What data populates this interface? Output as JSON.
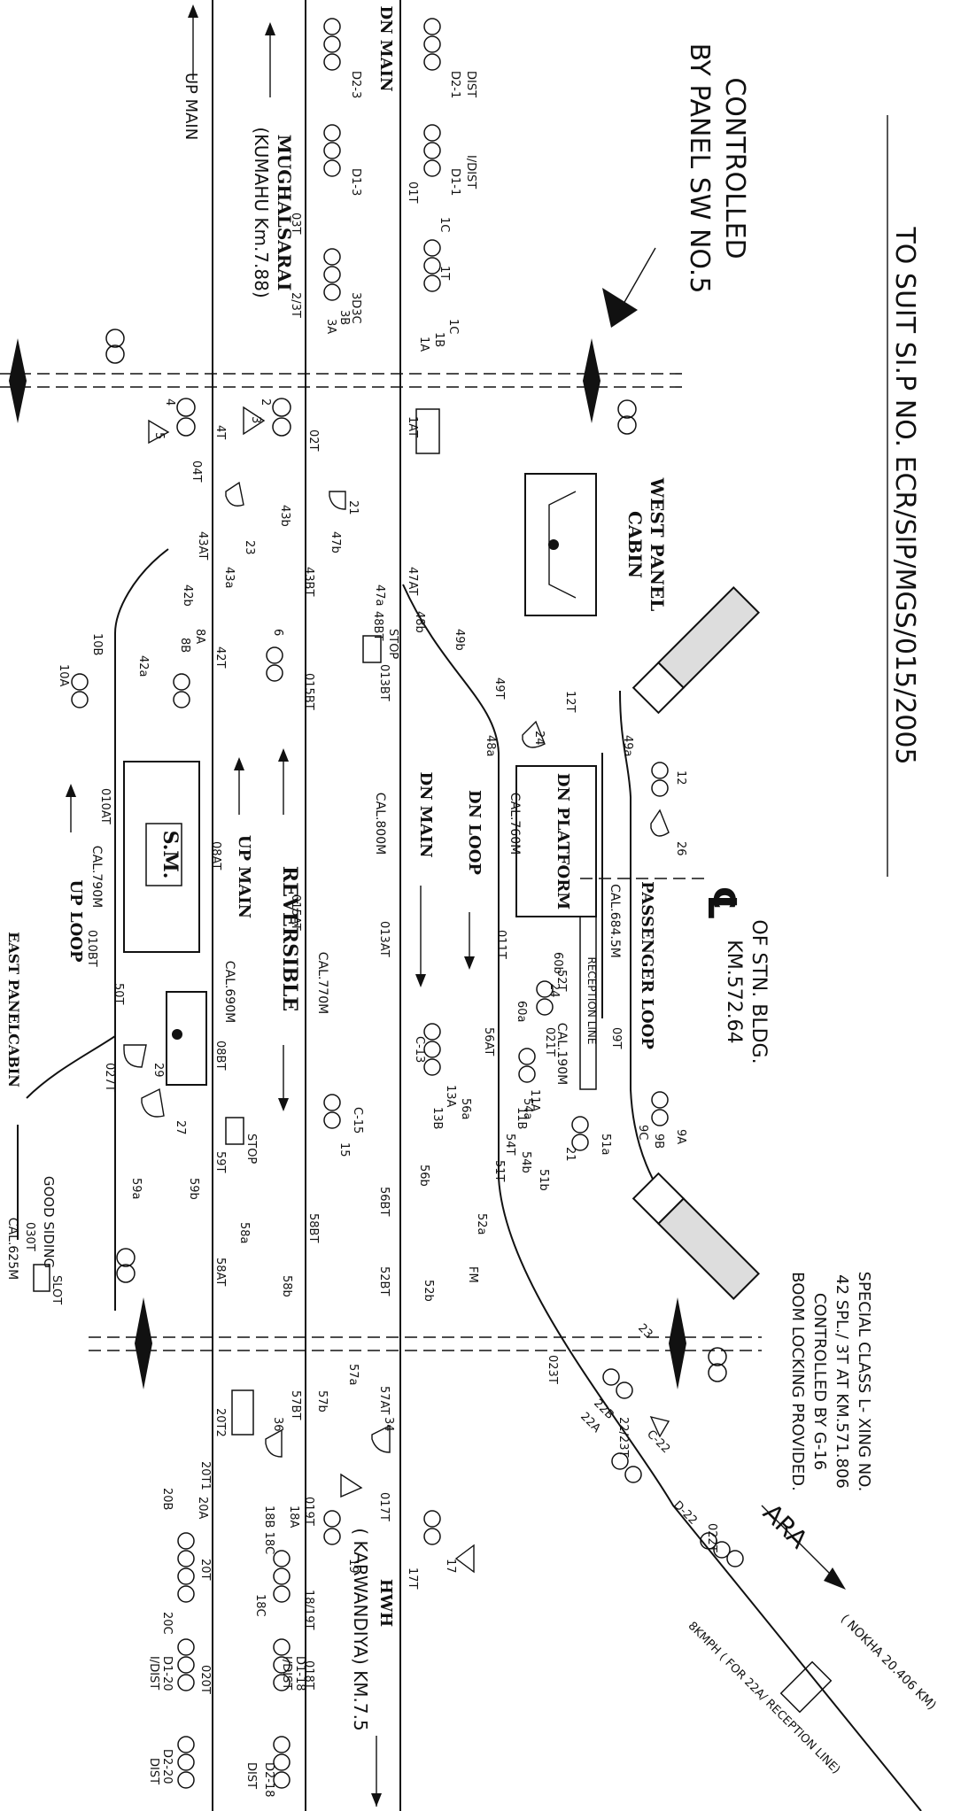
{
  "title": "TO SUIT SI.P NO. ECR/SIP/MGS/015/2005",
  "controlled": {
    "line1": "CONTROLLED",
    "line2": "BY PANEL SW NO.5"
  },
  "notes": [
    "SPECIAL CLASS L- XING NO.",
    "42 SPL./ 3T AT KM.571.806",
    "CONTROLLED BY G-16",
    "BOOM LOCKING PROVIDED."
  ],
  "station_building": {
    "line1": "OF STN. BLDG.",
    "line2": "KM.572.64"
  },
  "west_panel": {
    "line1": "WEST PANEL",
    "line2": "CABIN"
  },
  "east_panel": "EAST PANELCABIN",
  "mughalsarai": {
    "name": "MUGHALSARAI",
    "km": "(KUMAHU Km.7.88)"
  },
  "hwh": {
    "name": "HWH",
    "km": "( KARWANDIYA) KM.7.5"
  },
  "ara": {
    "name": "ARA",
    "km": "( NOKHA 20.406 KM)",
    "speed": "8KMPH ( FOR 22A/ RECEPTION LINE)"
  },
  "lines": {
    "up_main": "UP MAIN",
    "dn_main": "DN MAIN",
    "dn_loop": "DN LOOP",
    "up_loop": "UP LOOP",
    "passenger_loop": "PASSENGER LOOP",
    "reversible": "REVERSIBLE",
    "reception_line": "RECEPTION LINE",
    "good_siding": "GOOD SIDING",
    "dn_platform": "DN PLATFORM",
    "sm": "S.M."
  },
  "cal_labels": [
    "CAL.800M",
    "CAL.760M",
    "CAL.684.5M",
    "CAL.190M",
    "CAL.790M",
    "CAL.690M",
    "CAL.770M",
    "CAL.625M"
  ],
  "tags": {
    "dist": "DIST",
    "idist": "I/DIST",
    "stop": "STOP",
    "slot": "SLOT",
    "fm": "FM",
    "d2_1": "D2-1",
    "d2_3": "D2-3",
    "d1_1": "D1-1",
    "d1_3": "D1-3",
    "d1_18": "D1-18",
    "d2_18": "D2-18",
    "d1_20": "D1-20",
    "d2_20": "D2-20",
    "c13": "C-13",
    "c15": "C-15",
    "c22": "C-22",
    "d22": "D-22",
    "s1c": "1C",
    "s1b": "1B",
    "s1a": "1A",
    "s3d3c": "3D3C",
    "s3b": "3B",
    "s3a": "3A",
    "s2": "2",
    "s4": "4",
    "s3": "3",
    "s5": "5",
    "s6": "6",
    "s8a": "8A",
    "s8b": "8B",
    "s10a": "10A",
    "s10b": "10B",
    "s9a": "9A",
    "s9b": "9B",
    "s9c": "9C",
    "s11a": "11A",
    "s11b": "11B",
    "s12": "12",
    "s13a": "13A",
    "s13b": "13B",
    "s15": "15",
    "s17": "17",
    "s19": "19",
    "s18a": "18A",
    "s18b18c": "18B 18C",
    "s18c": "18C",
    "s20a": "20A",
    "s20b": "20B",
    "s20c": "20C",
    "s21": "21",
    "s21b": "21",
    "s23": "23",
    "s24": "24",
    "s24b": "24",
    "s26": "26",
    "s27": "27",
    "s29": "29",
    "s34": "34",
    "s36": "36",
    "s22a": "22A",
    "s22b": "22B"
  },
  "track_circuits": [
    "01T",
    "1C",
    "1T",
    "03T",
    "2/3T",
    "1AT",
    "02T",
    "4T",
    "04T",
    "43AT",
    "43BT",
    "47AT",
    "48BT",
    "42T",
    "013BT",
    "015BT",
    "49T",
    "12T",
    "011T",
    "52T",
    "021T",
    "09T",
    "56AT",
    "54T",
    "51T",
    "56BT",
    "58BT",
    "52BT",
    "013AT",
    "015AT",
    "08AT",
    "010AT",
    "010BT",
    "50T",
    "027T",
    "08BT",
    "59T",
    "58AT",
    "57BT",
    "57AT",
    "20T2",
    "20T1",
    "019T",
    "017T",
    "17T",
    "18/19T",
    "018T",
    "020T",
    "20T",
    "023T",
    "022T",
    "22/23T",
    "030T"
  ],
  "point_labels": [
    "43b",
    "43a",
    "47b",
    "47a",
    "48b",
    "49b",
    "49a",
    "48a",
    "42b",
    "42a",
    "60b",
    "60a",
    "54a",
    "54b",
    "51a",
    "51b",
    "56a",
    "56b",
    "52a",
    "52b",
    "58a",
    "58b",
    "59a",
    "59b",
    "57a",
    "57b"
  ]
}
